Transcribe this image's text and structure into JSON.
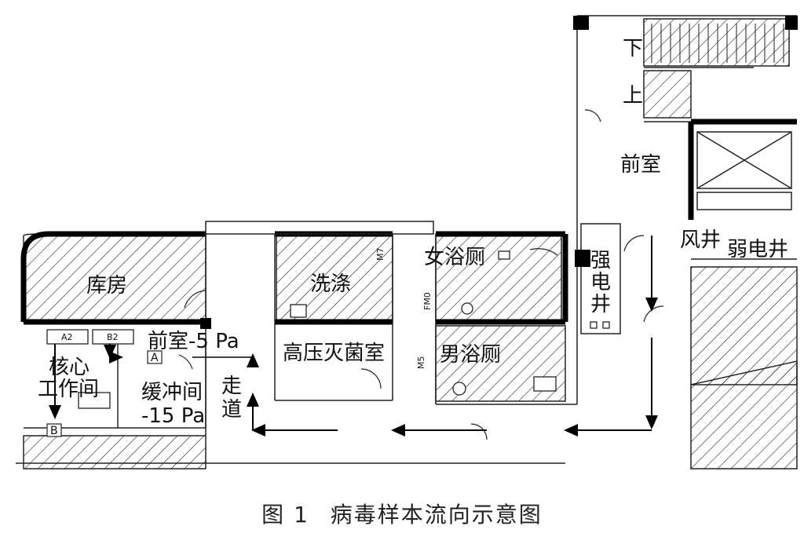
{
  "caption": {
    "figure_no": "图 1",
    "title": "病毒样本流向示意图"
  },
  "rooms": {
    "kufang": "库房",
    "xidi": "洗涤",
    "nvyuce": "女浴厕",
    "nanyuce": "男浴厕",
    "gaoya": "高压灭菌室",
    "qianshi_top": "前室",
    "fengjing": "风井",
    "ruodianjing": "弱电井",
    "qiangdian_1": "强",
    "qiangdian_2": "电",
    "qiangdian_3": "井",
    "xia": "下",
    "shang": "上",
    "hexin_1": "核心",
    "hexin_2": "工作间",
    "qianshi_pa": "前室-5 Pa",
    "huanchong_1": "缓冲间",
    "huanchong_2": "-15 Pa",
    "zoudao_1": "走",
    "zoudao_2": "道"
  },
  "markers": {
    "a": "A",
    "b": "B",
    "a2": "A2",
    "b2": "B2",
    "m5": "M5",
    "m7": "M7",
    "fm": "FM0"
  }
}
